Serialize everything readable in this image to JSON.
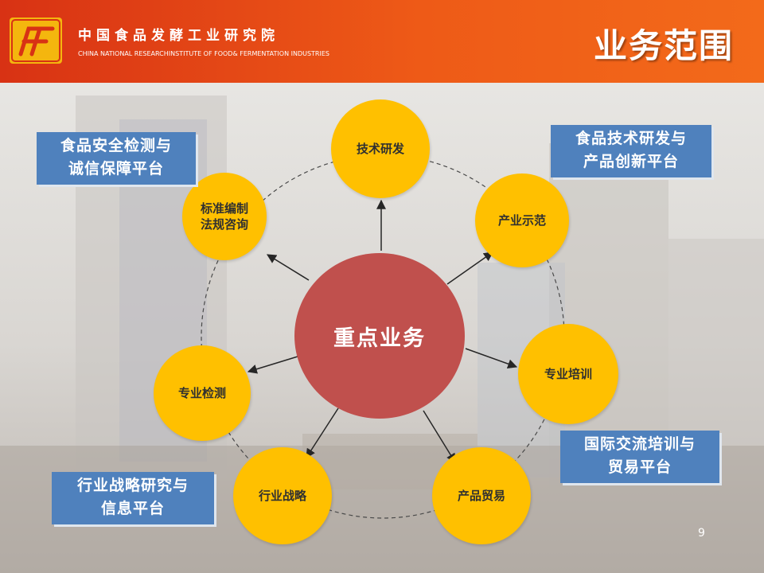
{
  "header": {
    "org_name_cn": "中国食品发酵工业研究院",
    "org_name_en": "CHINA NATIONAL RESEARCHINSTITUTE OF FOOD& FERMENTATION INDUSTRIES",
    "logo_icon": "ff-logo-icon",
    "title": "业务范围"
  },
  "diagram": {
    "center": "重点业务",
    "nodes": [
      {
        "id": "tech-rd",
        "lines": [
          "技术研发"
        ]
      },
      {
        "id": "industry-demo",
        "lines": [
          "产业示范"
        ]
      },
      {
        "id": "prof-training",
        "lines": [
          "专业培训"
        ]
      },
      {
        "id": "product-trade",
        "lines": [
          "产品贸易"
        ]
      },
      {
        "id": "industry-strategy",
        "lines": [
          "行业战略"
        ]
      },
      {
        "id": "prof-testing",
        "lines": [
          "专业检测"
        ]
      },
      {
        "id": "standards",
        "lines": [
          "标准编制",
          "法规咨询"
        ]
      }
    ],
    "platforms": [
      {
        "id": "food-safety",
        "lines": [
          "食品安全检测与",
          "诚信保障平台"
        ]
      },
      {
        "id": "food-tech",
        "lines": [
          "食品技术研发与",
          "产品创新平台"
        ]
      },
      {
        "id": "intl-exchange",
        "lines": [
          "国际交流培训与",
          "贸易平台"
        ]
      },
      {
        "id": "strategy-info",
        "lines": [
          "行业战略研究与",
          "信息平台"
        ]
      }
    ]
  },
  "colors": {
    "header_red": "#d83214",
    "node_yellow": "#ffc000",
    "center_red": "#c0504d",
    "box_blue": "#4f81bd"
  },
  "page_number": "9"
}
